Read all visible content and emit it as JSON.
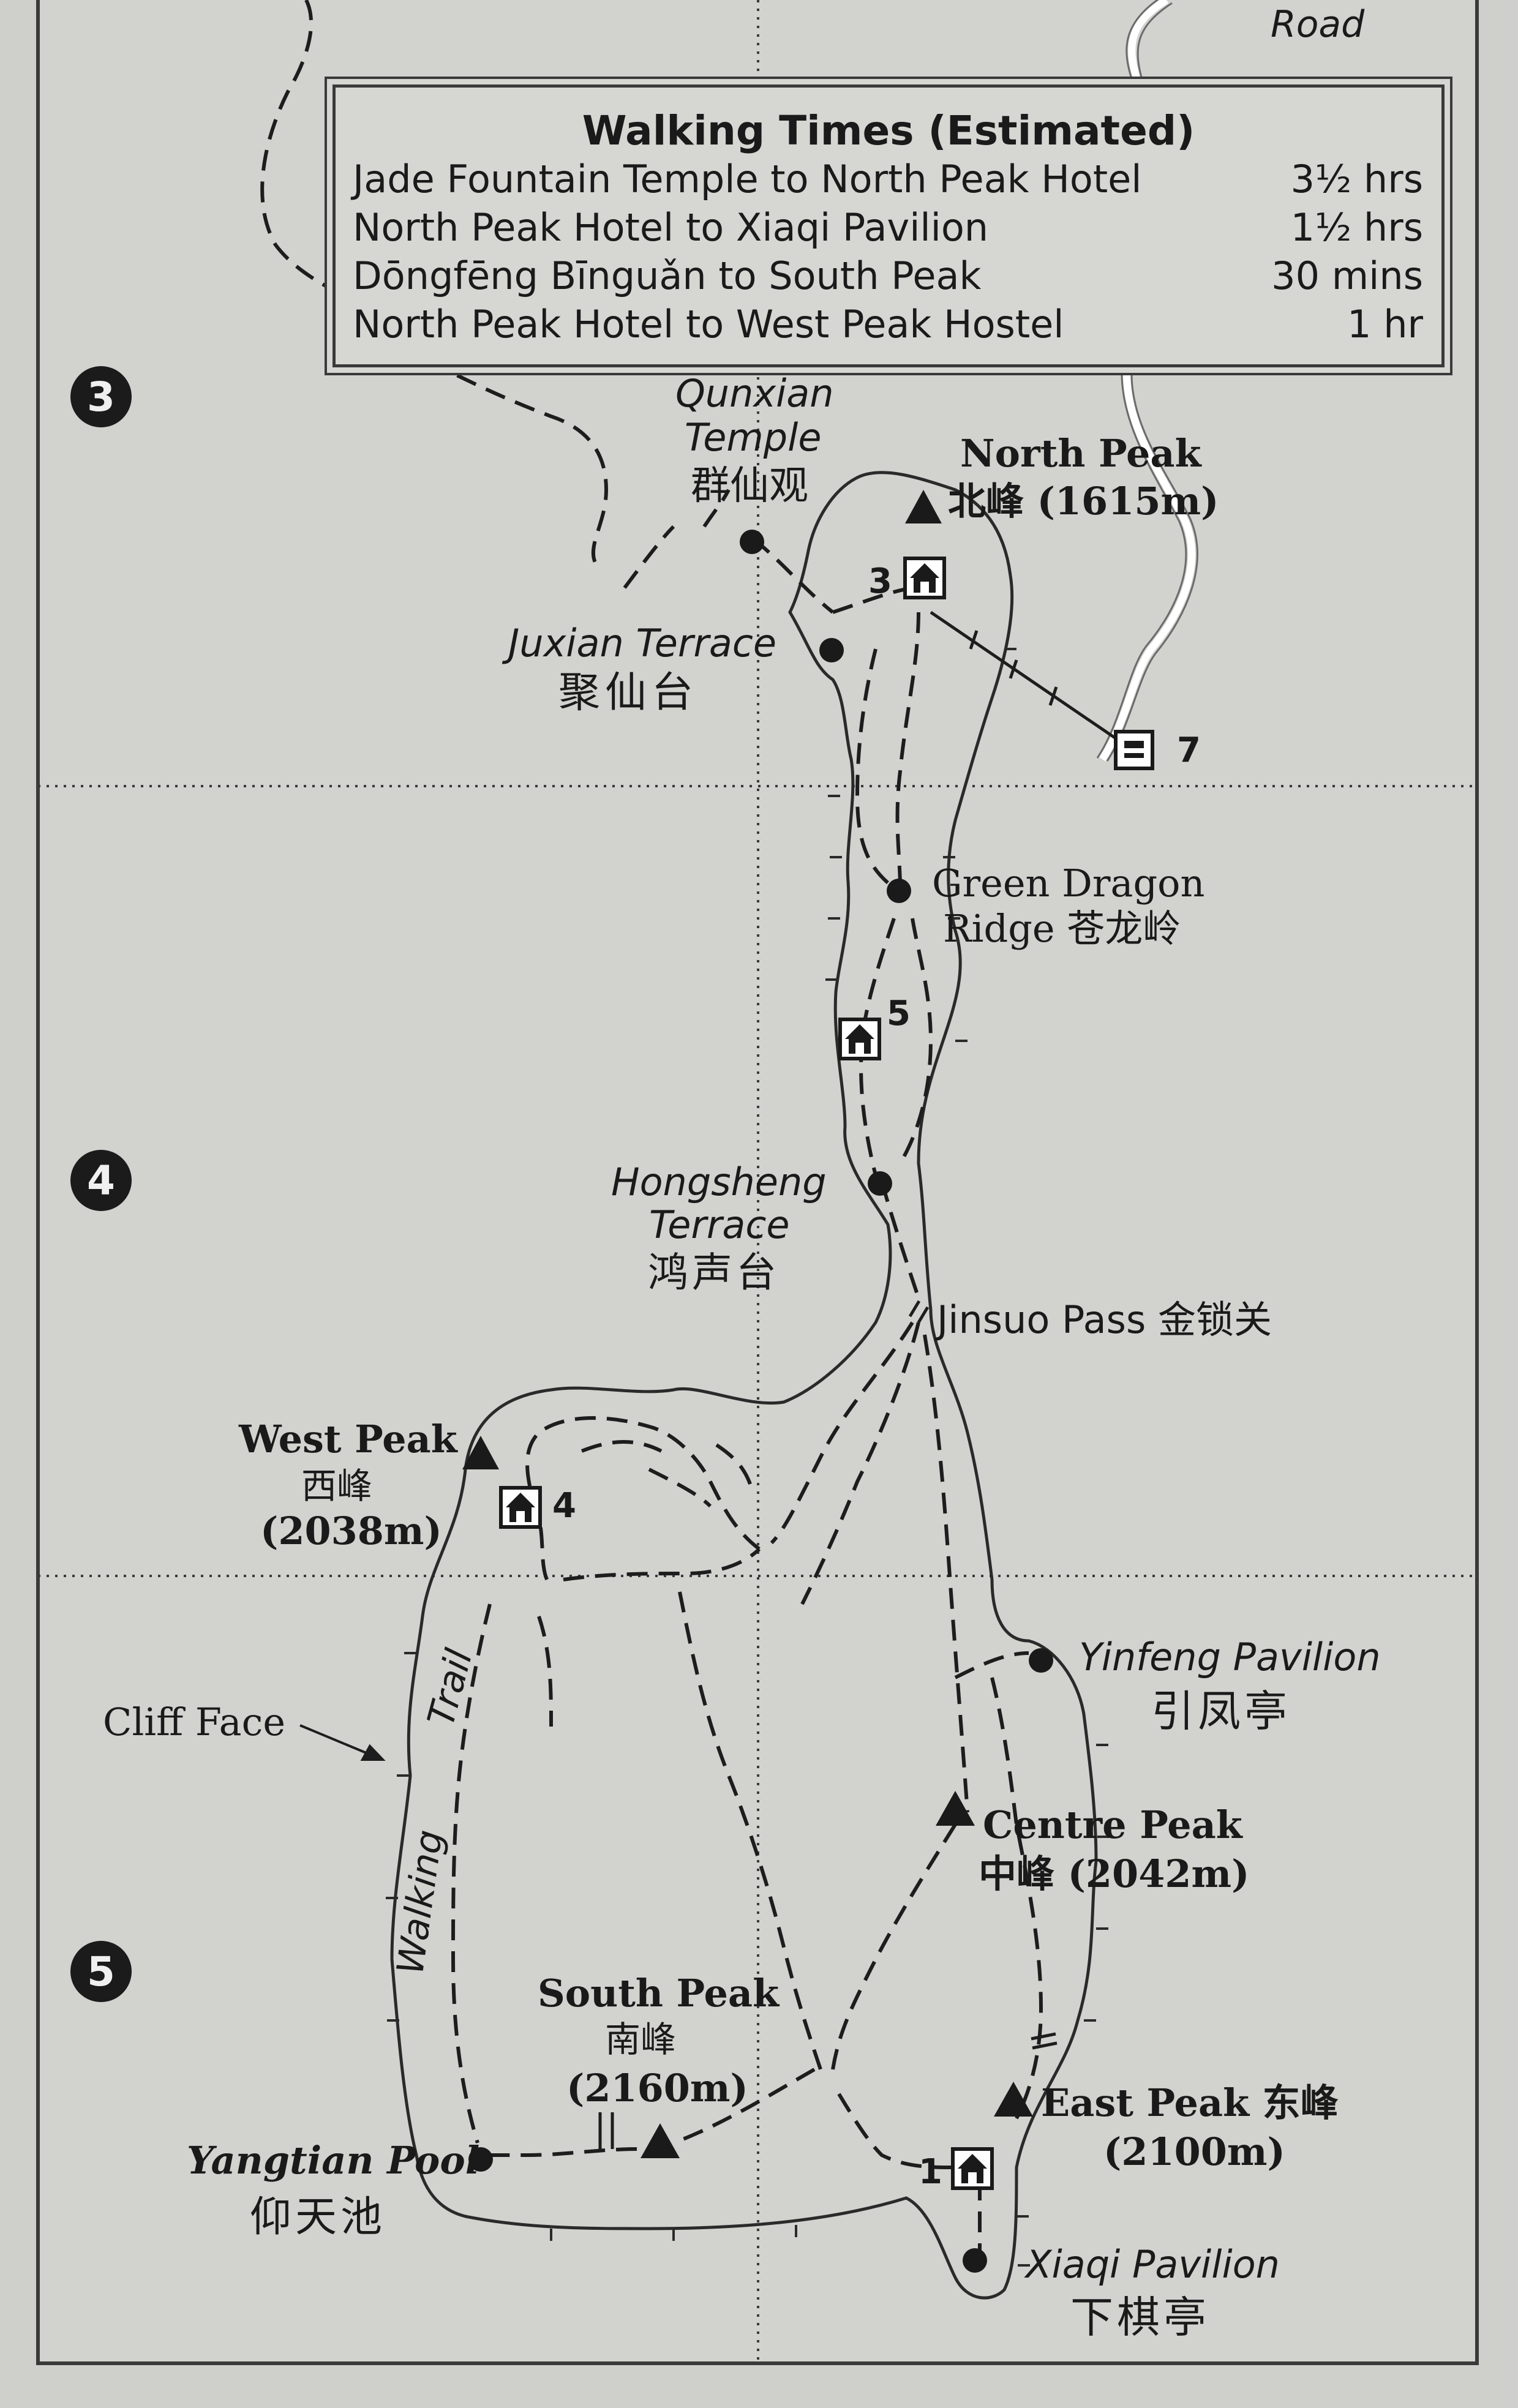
{
  "legend": {
    "title": "Walking Times (Estimated)",
    "rows": [
      {
        "route": "Jade Fountain Temple to North Peak Hotel",
        "time": "3½ hrs"
      },
      {
        "route": "North Peak Hotel to Xiaqi Pavilion",
        "time": "1½ hrs"
      },
      {
        "route": "Dōngfēng Bīnguǎn to South Peak",
        "time": "30 mins"
      },
      {
        "route": "North Peak Hotel to West Peak Hostel",
        "time": "1 hr"
      }
    ]
  },
  "grid_numbers": [
    "3",
    "4",
    "5"
  ],
  "labels": {
    "road": "Road",
    "qunxian_en_1": "Qunxian",
    "qunxian_en_2": "Temple",
    "qunxian_zh": "群仙观",
    "north_peak_en": "North Peak",
    "north_peak_zh": "北峰 (1615m)",
    "juxian_en": "Juxian Terrace",
    "juxian_zh": "聚仙台",
    "green_dragon_1": "Green Dragon",
    "green_dragon_2": "Ridge 苍龙岭",
    "hongsheng_1": "Hongsheng",
    "hongsheng_2": "Terrace",
    "hongsheng_zh": "鸿声台",
    "jinsuo": "Jinsuo Pass 金锁关",
    "west_peak_en": "West Peak",
    "west_peak_zh": "西峰",
    "west_peak_elev": "(2038m)",
    "yinfeng_en": "Yinfeng Pavilion",
    "yinfeng_zh": "引凤亭",
    "cliff_face": "Cliff Face",
    "walking_trail_1": "Walking",
    "walking_trail_2": "Trail",
    "centre_peak_en": "Centre Peak",
    "centre_peak_zh": "中峰 (2042m)",
    "south_peak_en": "South Peak",
    "south_peak_zh": "南峰",
    "south_peak_elev": "(2160m)",
    "east_peak_en": "East Peak 东峰",
    "east_peak_elev": "(2100m)",
    "yangtian_en": "Yangtian Pool",
    "yangtian_zh": "仰天池",
    "xiaqi_en": "Xiaqi Pavilion",
    "xiaqi_zh": "下棋亭"
  },
  "markers": {
    "hotel_3": "3",
    "hotel_5": "5",
    "hotel_4": "4",
    "hotel_1": "1",
    "cable_7": "7"
  },
  "icons": {
    "peak": "peak-triangle-icon",
    "hotel": "hotel-house-icon",
    "cable_car": "cable-car-icon",
    "sight": "sight-dot-icon"
  }
}
